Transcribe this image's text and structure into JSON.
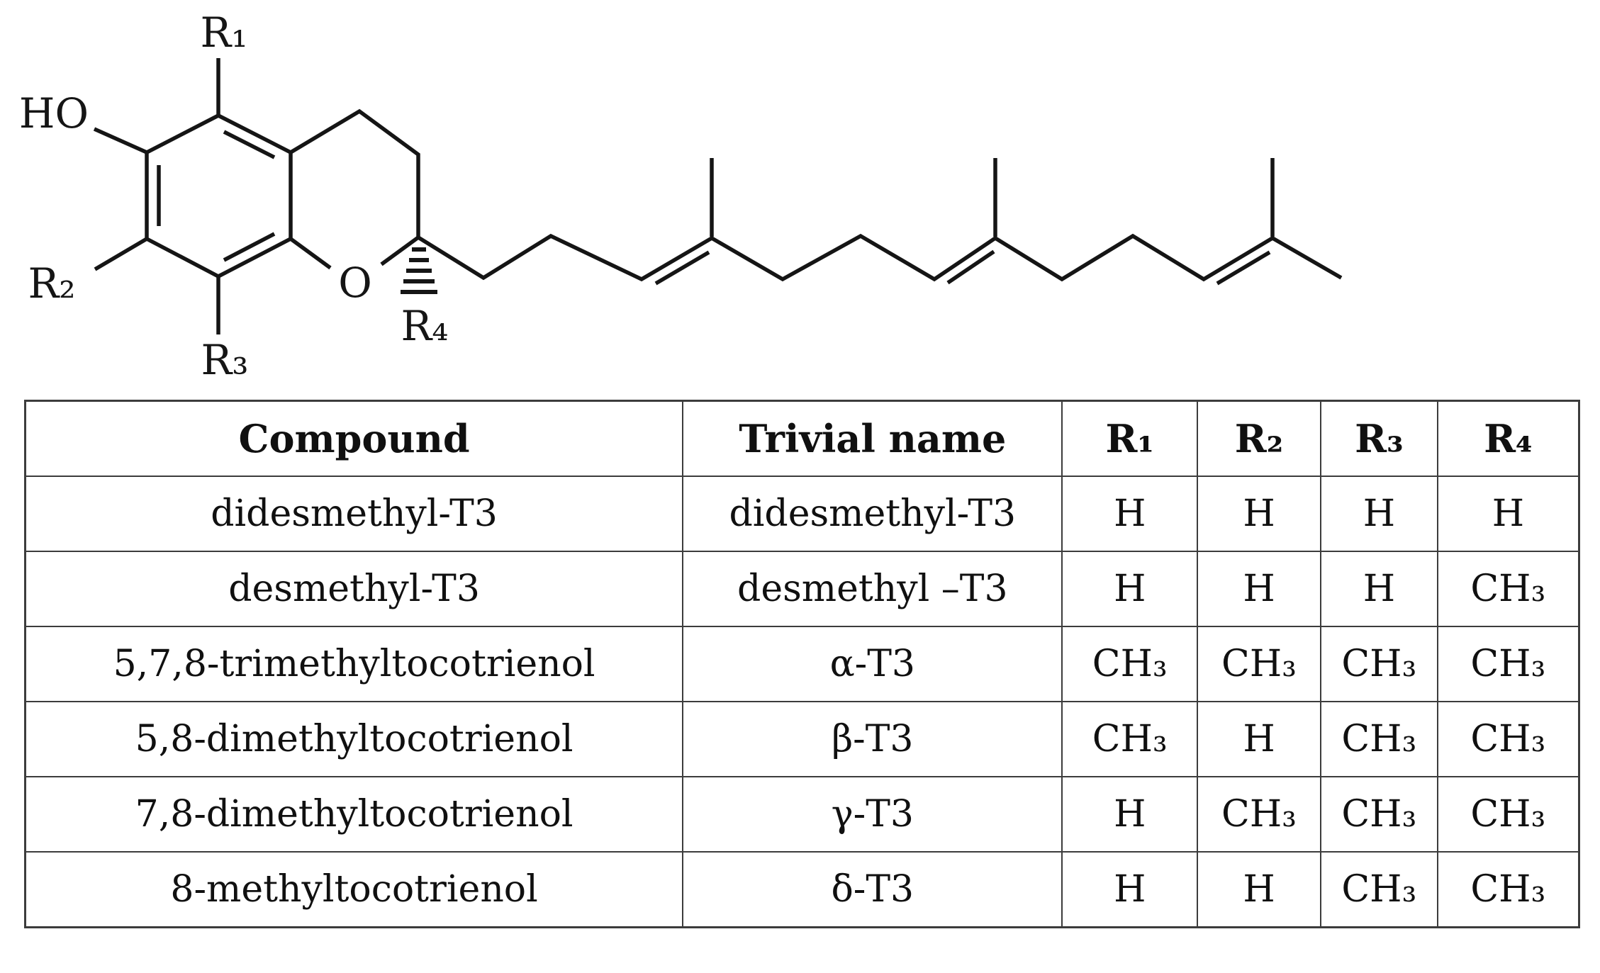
{
  "colors": {
    "ink": "#151515",
    "table_border": "#3c3c3c",
    "background": "#ffffff"
  },
  "structure": {
    "hydroxyl_label": "HO",
    "r1_label": "R₁",
    "r2_label": "R₂",
    "r3_label": "R₃",
    "r4_label": "R₄",
    "ring_oxygen_label": "O"
  },
  "table": {
    "headers": [
      "Compound",
      "Trivial name",
      "R₁",
      "R₂",
      "R₃",
      "R₄"
    ],
    "rows": [
      [
        "didesmethyl-T3",
        "didesmethyl-T3",
        "H",
        "H",
        "H",
        "H"
      ],
      [
        "desmethyl-T3",
        "desmethyl –T3",
        "H",
        "H",
        "H",
        "CH₃"
      ],
      [
        "5,7,8-trimethyltocotrienol",
        "α-T3",
        "CH₃",
        "CH₃",
        "CH₃",
        "CH₃"
      ],
      [
        "5,8-dimethyltocotrienol",
        "β-T3",
        "CH₃",
        "H",
        "CH₃",
        "CH₃"
      ],
      [
        "7,8-dimethyltocotrienol",
        "γ-T3",
        "H",
        "CH₃",
        "CH₃",
        "CH₃"
      ],
      [
        "8-methyltocotrienol",
        "δ-T3",
        "H",
        "H",
        "CH₃",
        "CH₃"
      ]
    ]
  }
}
